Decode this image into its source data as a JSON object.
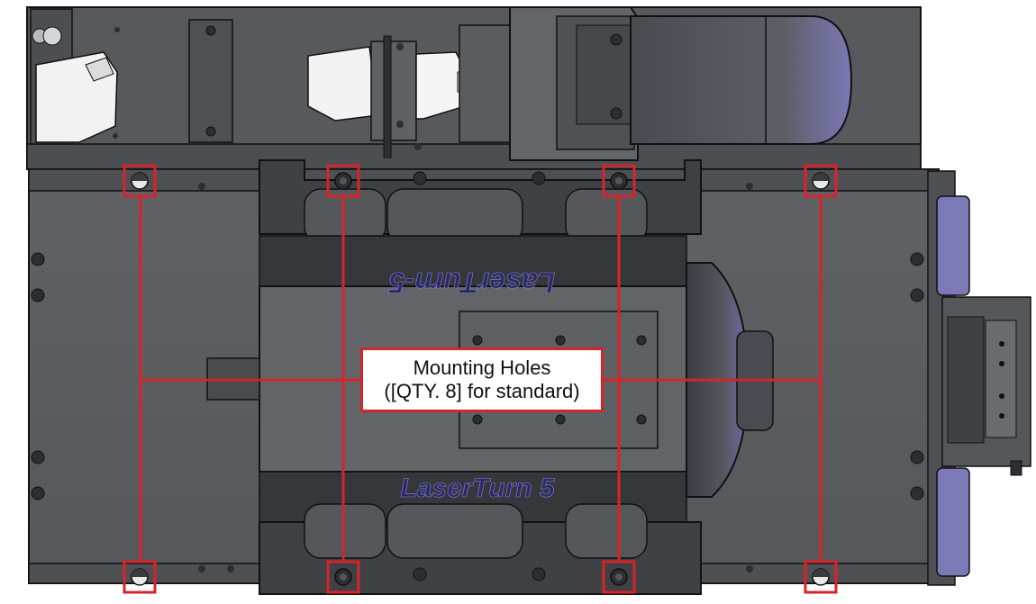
{
  "callout": {
    "line1": "Mounting Holes",
    "line2": "([QTY. 8] for standard)"
  },
  "branding": {
    "logo_top": "LaserTurn-5",
    "logo_bottom": "LaserTurn 5"
  },
  "mounting_holes": {
    "count": 8,
    "highlight_color": "#d8232a"
  },
  "colors": {
    "body_gray": "#595b5f",
    "dark_gray": "#3a3b3e",
    "light_gray": "#7a7c80",
    "accent_blue": "#7b79b6",
    "outline": "#111111"
  }
}
